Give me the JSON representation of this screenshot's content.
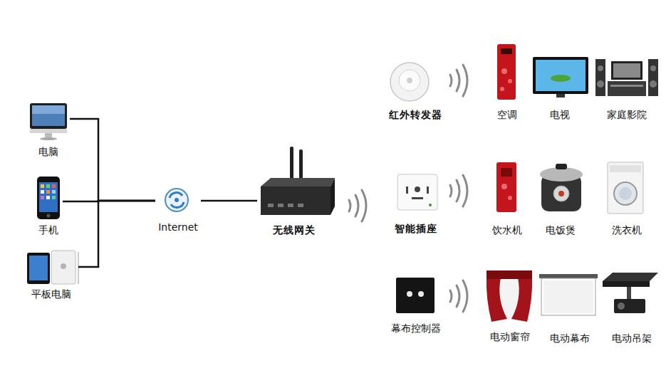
{
  "diagram": {
    "nodes": [
      {
        "text": [
          "电脑"
        ]
      },
      {
        "text": [
          "手机"
        ]
      },
      {
        "text": [
          "平板电脑"
        ]
      },
      {
        "text": [
          "Internet"
        ]
      },
      {
        "text": [
          "无线网关"
        ]
      },
      {
        "text": [
          "红外转发器"
        ]
      },
      {
        "text": [
          "空调"
        ]
      },
      {
        "text": [
          "电视"
        ]
      },
      {
        "text": [
          "家庭影院"
        ]
      },
      {
        "text": [
          "智能插座"
        ]
      },
      {
        "text": [
          "饮水机"
        ]
      },
      {
        "text": [
          "电饭煲"
        ]
      },
      {
        "text": [
          "洗衣机"
        ]
      },
      {
        "text": [
          "幕布控制器"
        ]
      },
      {
        "text": [
          "电动窗帘"
        ]
      },
      {
        "text": [
          "电动幕布"
        ]
      },
      {
        "text": [
          "电动吊架"
        ]
      }
    ],
    "edges": [
      {
        "from": 0,
        "to": 3,
        "arrow": "none"
      },
      {
        "from": 1,
        "to": 3,
        "arrow": "none"
      },
      {
        "from": 2,
        "to": 3,
        "arrow": "none"
      },
      {
        "from": 3,
        "to": 4,
        "arrow": "none"
      }
    ]
  }
}
